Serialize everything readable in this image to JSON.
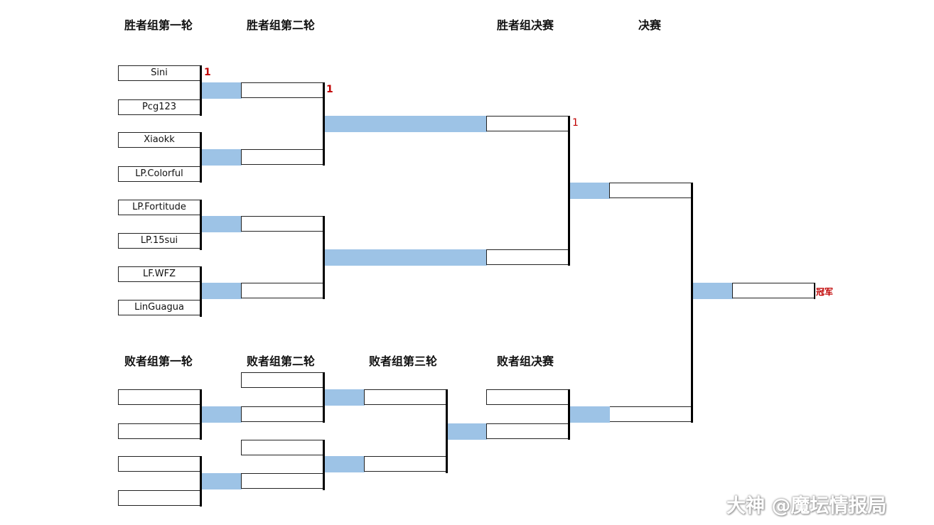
{
  "headers": {
    "wb_r1": "胜者组第一轮",
    "wb_r2": "胜者组第二轮",
    "wb_final": "胜者组决赛",
    "grand_final": "决赛",
    "lb_r1": "败者组第一轮",
    "lb_r2": "败者组第二轮",
    "lb_r3": "败者组第三轮",
    "lb_final": "败者组决赛"
  },
  "winners_r1": [
    "Sini",
    "Pcg123",
    "Xiaokk",
    "LP.Colorful",
    "LP.Fortitude",
    "LP.15sui",
    "LF.WFZ",
    "LinGuagua"
  ],
  "winners_r2": [
    "",
    "",
    "",
    ""
  ],
  "winners_final": [
    "",
    ""
  ],
  "grand_final_slots": [
    "",
    ""
  ],
  "champion_slot": "",
  "losers_r1": [
    "",
    "",
    "",
    ""
  ],
  "losers_r2": [
    "",
    "",
    "",
    ""
  ],
  "losers_r3": [
    "",
    ""
  ],
  "losers_final": [
    "",
    ""
  ],
  "scores": {
    "sini": "1",
    "wb_r2_top": "1",
    "wb_final_top": "1"
  },
  "champion_label": "冠军",
  "watermark": "大神 @魔坛情报局",
  "colors": {
    "connector": "#9dc3e6",
    "score": "#c00000",
    "line": "#000000"
  }
}
